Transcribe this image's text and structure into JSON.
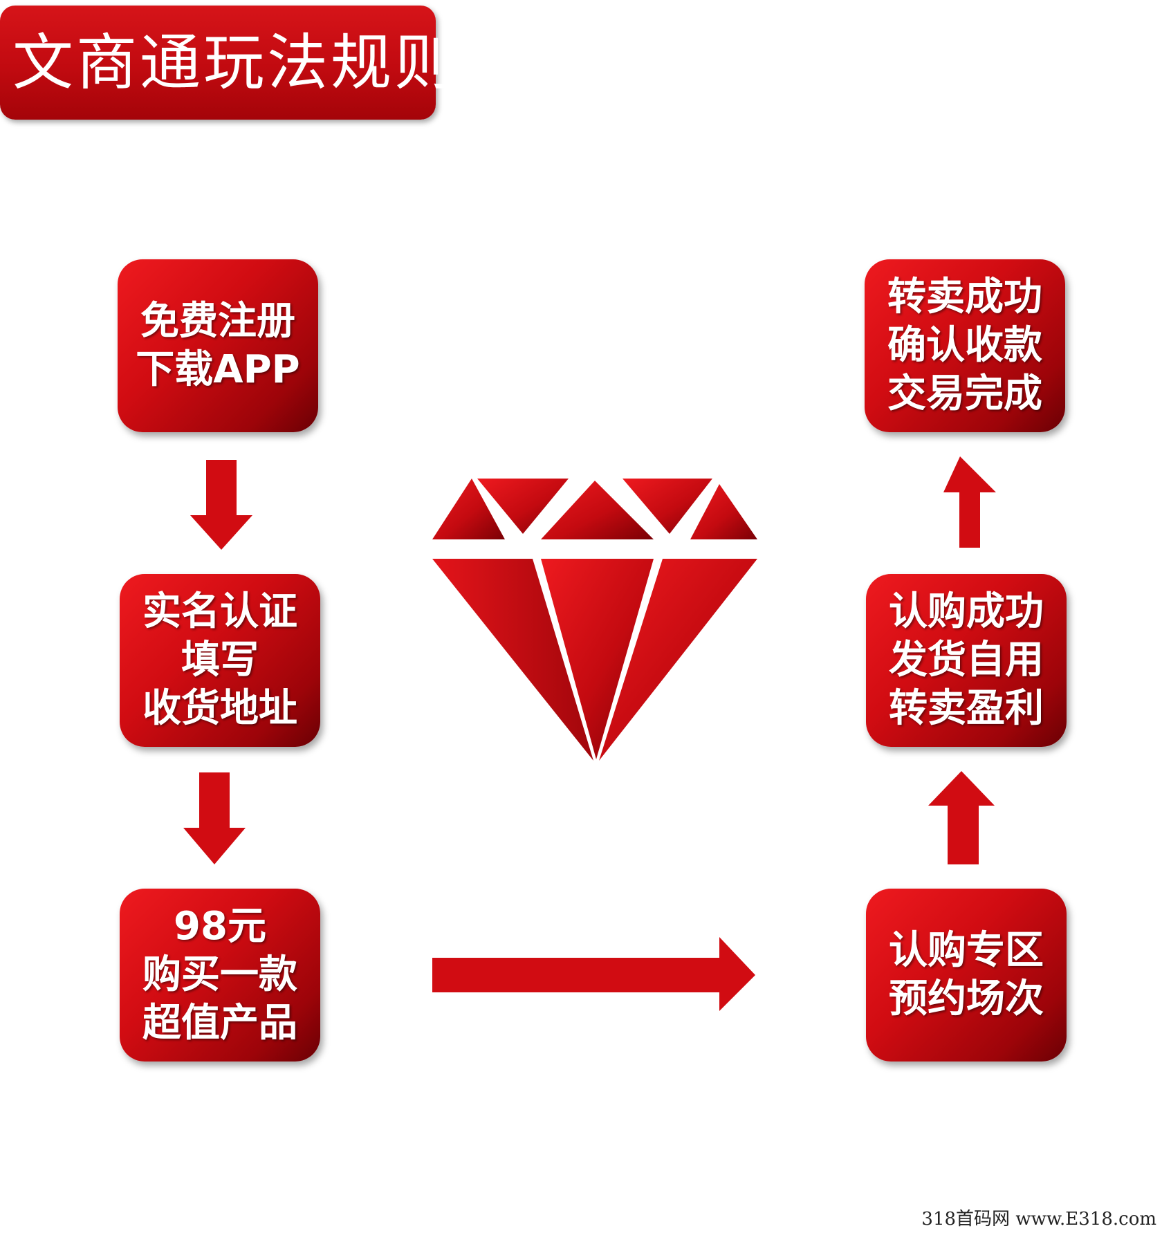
{
  "title": "文商通玩法规则",
  "steps": {
    "register": [
      "免费注册",
      "下载APP"
    ],
    "verify": [
      "实名认证",
      "填写",
      "收货地址"
    ],
    "purchase": [
      "98元",
      "购买一款",
      "超值产品"
    ],
    "subscribe_zone": [
      "认购专区",
      "预约场次"
    ],
    "subscribe_success": [
      "认购成功",
      "发货自用",
      "转卖盈利"
    ],
    "resale_success": [
      "转卖成功",
      "确认收款",
      "交易完成"
    ]
  },
  "watermark": "318首码网 www.E318.com",
  "colors": {
    "primary": "#d10c12",
    "dark": "#8b0006",
    "bright": "#ee1a1f"
  },
  "icons": {
    "center": "diamond-icon"
  }
}
